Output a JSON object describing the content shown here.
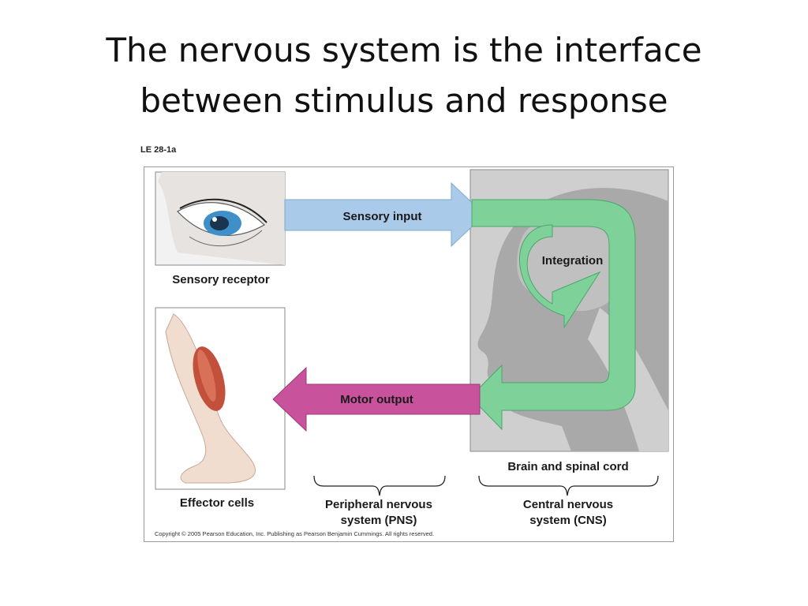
{
  "slide": {
    "title_line1": "The nervous system is the interface",
    "title_line2": "between stimulus and response"
  },
  "figure": {
    "id_label": "LE 28-1a",
    "labels": {
      "sensory_input": "Sensory input",
      "integration": "Integration",
      "motor_output": "Motor output",
      "sensory_receptor": "Sensory receptor",
      "effector_cells": "Effector cells",
      "brain_and_spinal_cord": "Brain and spinal cord",
      "pns_line1": "Peripheral nervous",
      "pns_line2": "system (PNS)",
      "cns_line1": "Central nervous",
      "cns_line2": "system (CNS)"
    },
    "copyright": "Copyright © 2005 Pearson Education, Inc. Publishing as Pearson Benjamin Cummings. All rights reserved.",
    "colors": {
      "sensory_arrow": "#a9cbe9",
      "integration_arrow": "#7fd19a",
      "motor_arrow": "#c8529c",
      "cns_panel": "#cfcfcf",
      "head_silhouette": "#a9a9a9"
    }
  }
}
